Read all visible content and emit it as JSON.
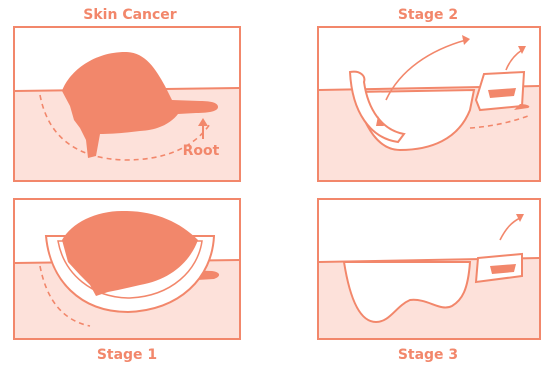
{
  "colors": {
    "accent": "#F2876B",
    "tissue": "#FDE1DA",
    "white": "#FFFFFF"
  },
  "panels": {
    "skin_cancer": {
      "title": "Skin Cancer",
      "root_label": "Root"
    },
    "stage1": {
      "title": "Stage 1"
    },
    "stage2": {
      "title": "Stage 2"
    },
    "stage3": {
      "title": "Stage 3"
    }
  }
}
